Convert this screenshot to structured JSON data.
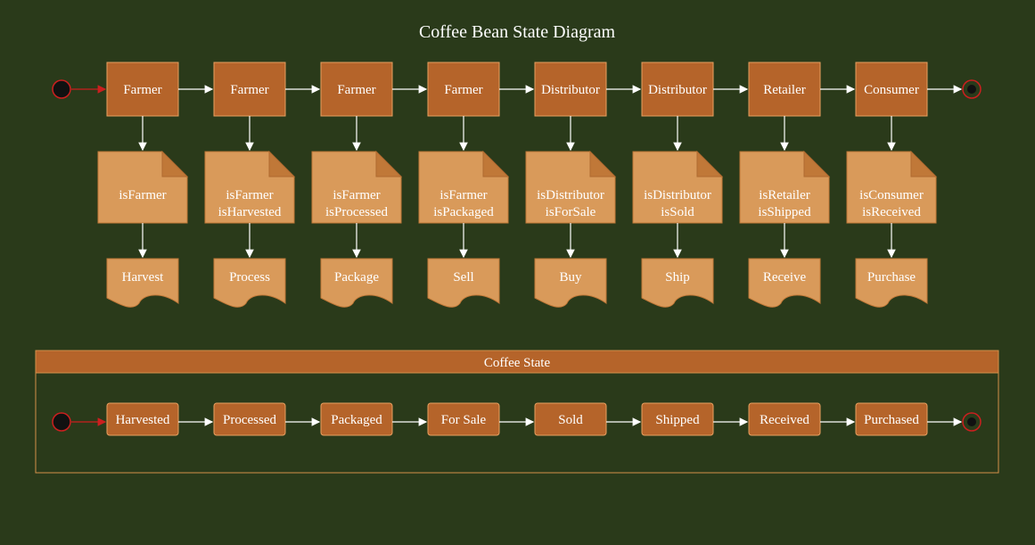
{
  "title": "Coffee Bean State Diagram",
  "colors": {
    "background": "#2a3a1a",
    "node": "#b5642a",
    "note": "#d99a5a",
    "start_end_ring": "#cc1f1f"
  },
  "columns": [
    {
      "actor": "Farmer",
      "checks": [
        "isFarmer"
      ],
      "action": "Harvest"
    },
    {
      "actor": "Farmer",
      "checks": [
        "isFarmer",
        "isHarvested"
      ],
      "action": "Process"
    },
    {
      "actor": "Farmer",
      "checks": [
        "isFarmer",
        "isProcessed"
      ],
      "action": "Package"
    },
    {
      "actor": "Farmer",
      "checks": [
        "isFarmer",
        "isPackaged"
      ],
      "action": "Sell"
    },
    {
      "actor": "Distributor",
      "checks": [
        "isDistributor",
        "isForSale"
      ],
      "action": "Buy"
    },
    {
      "actor": "Distributor",
      "checks": [
        "isDistributor",
        "isSold"
      ],
      "action": "Ship"
    },
    {
      "actor": "Retailer",
      "checks": [
        "isRetailer",
        "isShipped"
      ],
      "action": "Receive"
    },
    {
      "actor": "Consumer",
      "checks": [
        "isConsumer",
        "isReceived"
      ],
      "action": "Purchase"
    }
  ],
  "state_group": {
    "label": "Coffee State",
    "states": [
      "Harvested",
      "Processed",
      "Packaged",
      "For Sale",
      "Sold",
      "Shipped",
      "Received",
      "Purchased"
    ]
  },
  "icons": {
    "start": "start-node-icon",
    "end": "end-node-icon",
    "note": "note-folded-corner-icon",
    "document": "document-wave-icon"
  }
}
